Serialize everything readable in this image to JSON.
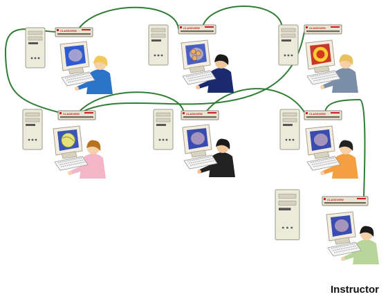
{
  "diagram": {
    "caption": "Instructor",
    "brand_label": "CLASSVIEW",
    "colors": {
      "cable": "#2e7d32",
      "tower": "#eceadb",
      "tower_edge": "#9c9a8a",
      "box": "#e9e3d2",
      "box_edge": "#8a8475",
      "brand": "#c81e1e",
      "monitor": "#f3ede0",
      "screen": "#3f4fb0",
      "keyboard": "#f5f5f5"
    },
    "stations": [
      {
        "id": "top-left",
        "person": "woman-blonde",
        "shirt": "#2a73c8",
        "hair": "#f2c85a",
        "skin": "#f6d0a8",
        "screen_art": "plain",
        "screen_color": "#2f5bd0",
        "glow": "#ffd9d0"
      },
      {
        "id": "top-middle",
        "person": "man-suit",
        "shirt": "#1b2a6e",
        "hair": "#1a1a1a",
        "skin": "#f0c59a",
        "screen_art": "circles",
        "screen_color": "#4a5fc0",
        "glow": "#ffe6c8"
      },
      {
        "id": "top-right",
        "person": "man-grey",
        "shirt": "#7b8ea8",
        "hair": "#e8c060",
        "skin": "#f6d0a8",
        "screen_art": "sun",
        "screen_color": "#c63a2a",
        "glow": "#ffe0b0"
      },
      {
        "id": "mid-left",
        "person": "woman-pink",
        "shirt": "#f2b6c8",
        "hair": "#b8721e",
        "skin": "#f6d0a8",
        "screen_art": "globe",
        "screen_color": "#3a55b8",
        "glow": "#fff2c0"
      },
      {
        "id": "mid-middle",
        "person": "man-dark",
        "shirt": "#222222",
        "hair": "#1a1a1a",
        "skin": "#f0c59a",
        "screen_art": "plain",
        "screen_color": "#3a4cb0",
        "glow": "#ffd0c8"
      },
      {
        "id": "mid-right",
        "person": "woman-orange",
        "shirt": "#f5a040",
        "hair": "#222222",
        "skin": "#f6d0a8",
        "screen_art": "plain",
        "screen_color": "#3a4cb0",
        "glow": "#ffd0c8"
      },
      {
        "id": "instructor",
        "person": "woman-green",
        "shirt": "#b8d69a",
        "hair": "#1a1a1a",
        "skin": "#f6d0a8",
        "screen_art": "plain",
        "screen_color": "#3a4cb0",
        "glow": "#ffd0c8"
      }
    ]
  }
}
